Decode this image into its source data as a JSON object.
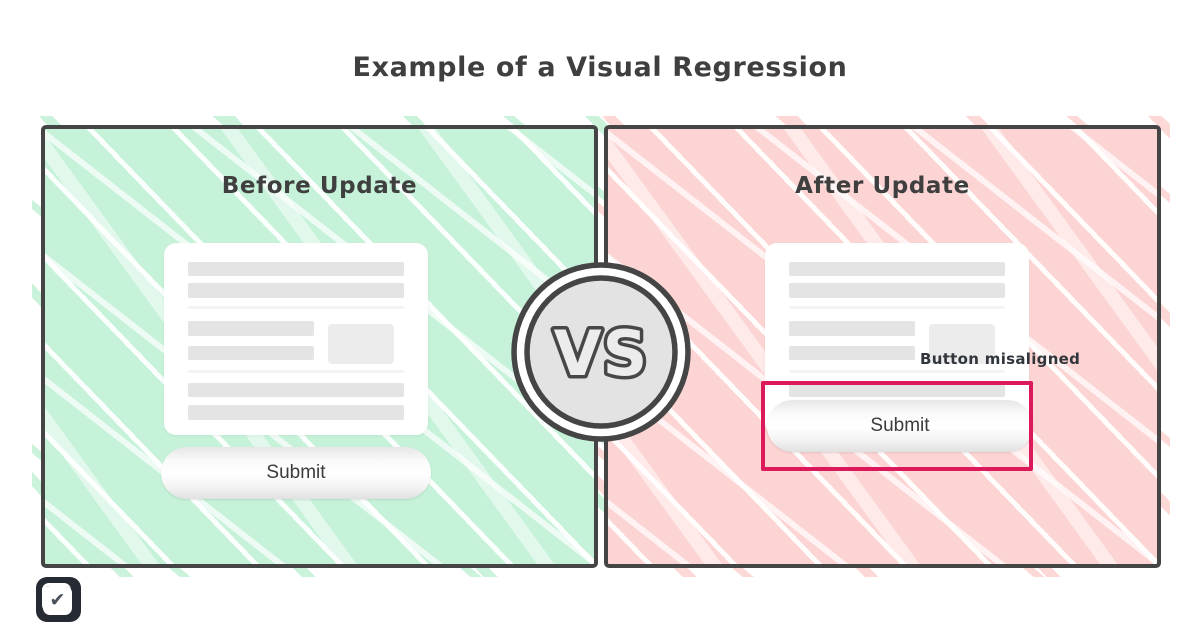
{
  "page": {
    "title": "Example of a Visual Regression"
  },
  "comparison": {
    "vs_label": "VS",
    "before": {
      "label": "Before Update",
      "form": {
        "submit_label": "Submit"
      }
    },
    "after": {
      "label": "After Update",
      "form": {
        "submit_label": "Submit"
      },
      "annotation": "Button misaligned"
    }
  },
  "branding": {
    "logo_icon": "checkbox-check-icon",
    "logo_check_glyph": "✔"
  },
  "colors": {
    "before_panel_bg": "#c6f2d9",
    "after_panel_bg": "#fcd4d3",
    "outline_dark": "#454545",
    "highlight_red": "#dc1a5b",
    "skeleton_gray": "#e4e4e4",
    "text_dark": "#3f3f3f",
    "vs_inner_gray": "#e3e3e3"
  }
}
